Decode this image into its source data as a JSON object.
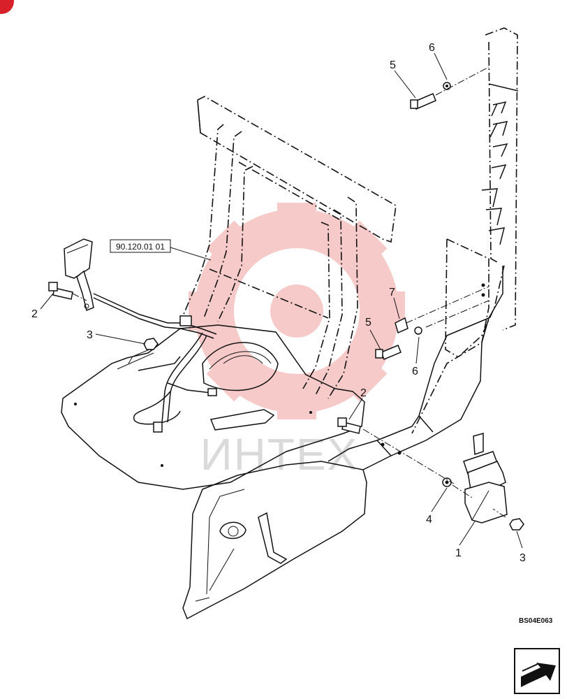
{
  "figure": {
    "reference_box": "90.120.01 01",
    "figure_code": "BS04E063",
    "watermark_text": "ИНТЕХ",
    "callouts": [
      {
        "id": "c5a",
        "label": "5"
      },
      {
        "id": "c6a",
        "label": "6"
      },
      {
        "id": "c7",
        "label": "7"
      },
      {
        "id": "c5b",
        "label": "5"
      },
      {
        "id": "c6b",
        "label": "6"
      },
      {
        "id": "c2a",
        "label": "2"
      },
      {
        "id": "c3a",
        "label": "3"
      },
      {
        "id": "c2b",
        "label": "2"
      },
      {
        "id": "c4",
        "label": "4"
      },
      {
        "id": "c1",
        "label": "1"
      },
      {
        "id": "c3b",
        "label": "3"
      }
    ]
  },
  "colors": {
    "line": "#111111",
    "watermark": "#f2a0a0",
    "watermark_text": "#bdbdbd",
    "corner_badge": "#d8202a"
  },
  "icons": {
    "corner_badge": "red-corner-badge-icon",
    "nav_arrow": "next-page-arrow-icon"
  }
}
